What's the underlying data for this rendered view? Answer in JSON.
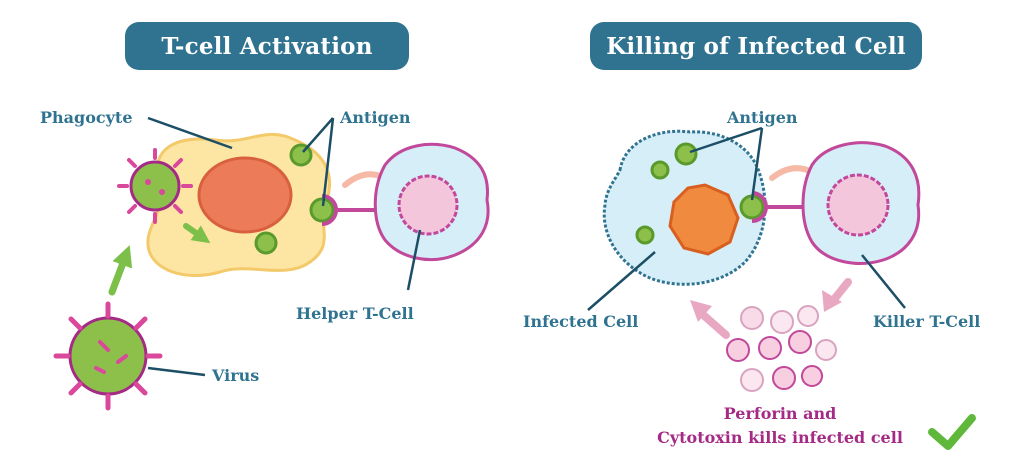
{
  "titles": {
    "left": "T-cell Activation",
    "right": "Killing of Infected Cell"
  },
  "labels": {
    "phagocyte": "Phagocyte",
    "antigen_left": "Antigen",
    "antigen_right": "Antigen",
    "helper_t_cell": "Helper T-Cell",
    "virus": "Virus",
    "infected_cell": "Infected Cell",
    "killer_t_cell": "Killer T-Cell",
    "perforin_line1": "Perforin and",
    "perforin_line2": "Cytotoxin kills infected cell"
  },
  "colors": {
    "title_bg": "#2f7390",
    "label_text": "#2f7390",
    "perforin_text": "#a52a85",
    "check": "#5fb83c",
    "arrow_green": "#7cc04a",
    "arrow_pink": "#e9a8c2"
  },
  "icons": {
    "check": "check-icon"
  }
}
